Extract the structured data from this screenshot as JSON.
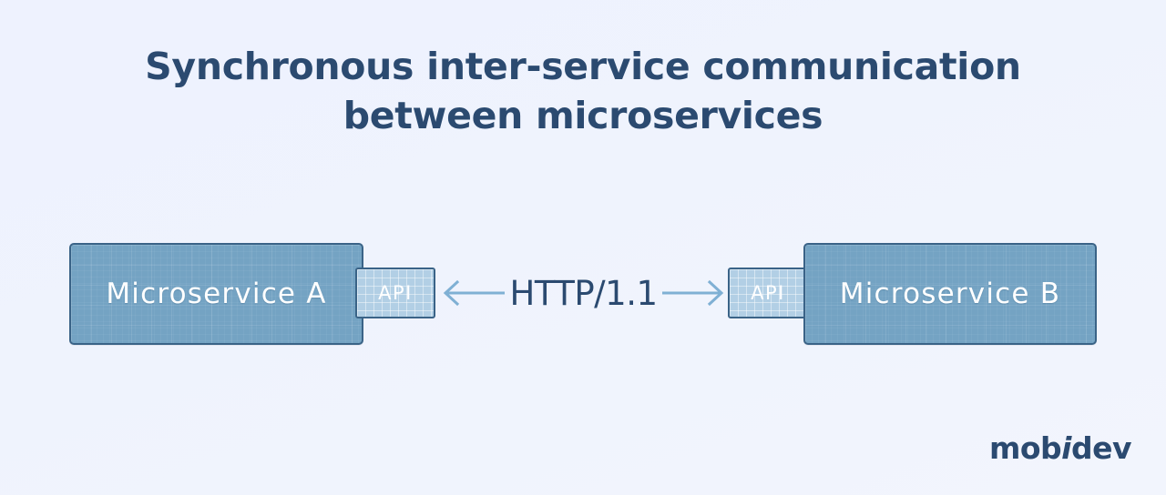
{
  "title": {
    "line1": "Synchronous inter-service communication",
    "line2": "between microservices"
  },
  "diagram": {
    "type": "flow",
    "left_service": {
      "label": "Microservice A",
      "api_label": "API"
    },
    "right_service": {
      "label": "Microservice B",
      "api_label": "API"
    },
    "connection": {
      "protocol_label": "HTTP/1.1",
      "left_arrow": "arrow-left",
      "right_arrow": "arrow-right",
      "direction": "bidirectional"
    }
  },
  "logo": {
    "part1": "mob",
    "part2": "i",
    "part3": "dev"
  },
  "colors": {
    "background": "#eff3fd",
    "title_text": "#2b4a70",
    "service_fill": "#74a3c3",
    "service_border": "#3a6387",
    "api_fill": "#b2cfe5",
    "arrow": "#7fb0d4",
    "label_text": "#ffffff"
  }
}
